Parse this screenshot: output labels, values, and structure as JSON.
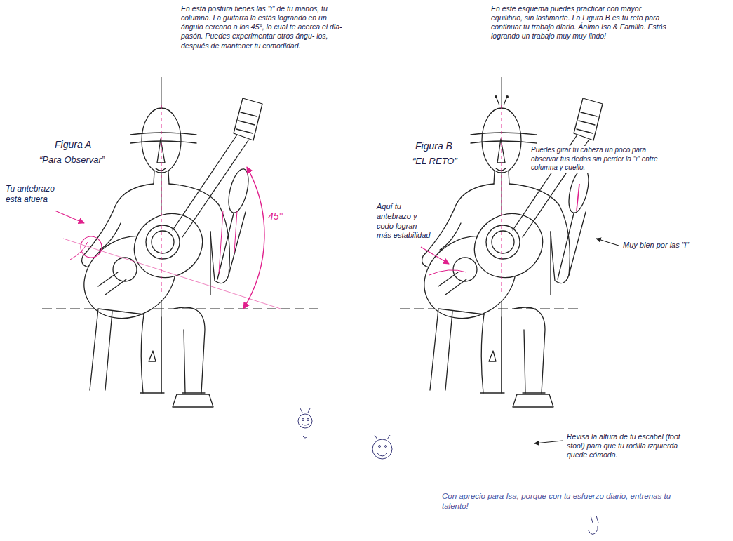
{
  "diagram": {
    "caption": "Con aprecio para Isa, porque con tu esfuerzo diario, entrenas tu talento!",
    "labels": [
      "En esta postura tienes las \"i\" de tu manos, tu columna. La guitarra la estás logrando en un ángulo cercano a los 45°, lo cual te acerca el dia- pasón. Puedes experimentar otros ángu- los, después de mantener tu comodidad.",
      "Figura A",
      "“Para Observar”",
      "Tu antebrazo está afuera",
      "45°",
      "En este esquema puedes practicar con mayor equilibrio, sin lastimarte. La Figura B es tu reto para continuar tu trabajo diario. Ánimo Isa & Familia. Estás logrando un trabajo muy muy lindo!",
      "Figura B",
      "“EL RETO”",
      "Puedes girar tu cabeza un poco para observar tus dedos sin perder la \"i\" entre columna y cuello.",
      "Aquí tu antebrazo y codo logran más estabilidad",
      "Muy bien por las \"i\"",
      "Revisa la altura de tu escabel (foot stool) para que tu rodilla izquierda quede cómoda."
    ]
  }
}
